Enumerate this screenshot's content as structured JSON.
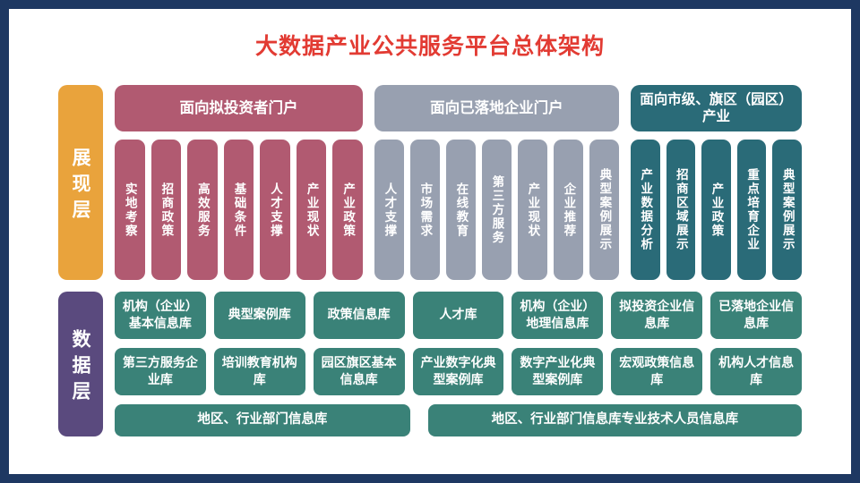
{
  "title": "大数据产业公共服务平台总体架构",
  "layers": {
    "presentation_label": "展现层",
    "data_label": "数据层"
  },
  "portals": [
    {
      "title": "面向拟投资者门户",
      "items": [
        "实地考察",
        "招商政策",
        "高效服务",
        "基础条件",
        "人才支撑",
        "产业现状",
        "产业政策"
      ]
    },
    {
      "title": "面向已落地企业门户",
      "items": [
        "人才支撑",
        "市场需求",
        "在线教育",
        "第三方服务",
        "产业现状",
        "企业推荐",
        "典型案例展示"
      ]
    },
    {
      "title": "面向市级、旗区（园区）产业",
      "items": [
        "产业数据分析",
        "招商区域展示",
        "产业政策",
        "重点培育企业",
        "典型案例展示"
      ]
    }
  ],
  "database_rows": {
    "row1": [
      "机构（企业）基本信息库",
      "典型案例库",
      "政策信息库",
      "人才库",
      "机构（企业）地理信息库",
      "拟投资企业信息库",
      "已落地企业信息库"
    ],
    "row2": [
      "第三方服务企业库",
      "培训教育机构库",
      "园区旗区基本信息库",
      "产业数字化典型案例库",
      "数字产业化典型案例库",
      "宏观政策信息库",
      "机构人才信息库"
    ],
    "row3": [
      "地区、行业部门信息库",
      "地区、行业部门信息库专业技术人员信息库"
    ]
  },
  "colors": {
    "frame": "#1E3862",
    "title_red": "#E23B33",
    "presentation_label_orange": "#E9A33C",
    "data_label_purple": "#5A4A7E",
    "portal_pink": "#B15A71",
    "portal_gray": "#98A0B0",
    "portal_teal": "#2A6B78",
    "database_green": "#3A8278"
  }
}
